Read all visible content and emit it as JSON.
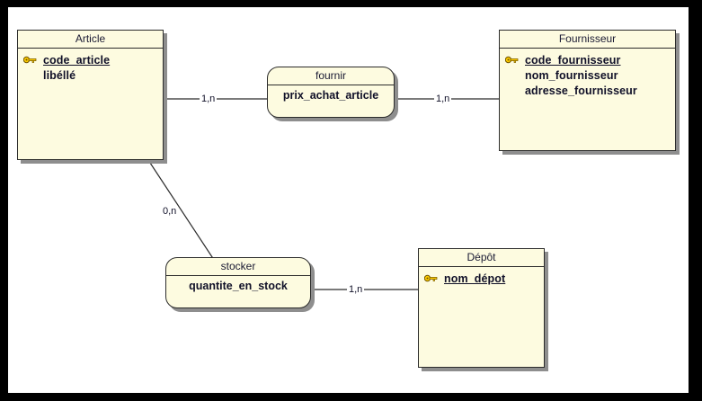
{
  "diagram": {
    "type": "entity-relationship-diagram",
    "notation": "Merise / MCD",
    "frame_color": "#000000",
    "canvas_color": "#ffffff",
    "entity_fill": "#fdfbe0",
    "entity_border": "#2b2b2b",
    "shadow_color": "#8e8e8e",
    "key_icon_color": "#ffcc00"
  },
  "entities": [
    {
      "id": "article",
      "title": "Article",
      "attributes": [
        {
          "label": "code_article",
          "primary_key": true,
          "icon": "key-icon"
        },
        {
          "label": "libéllé",
          "primary_key": false,
          "icon": ""
        }
      ]
    },
    {
      "id": "fournisseur",
      "title": "Fournisseur",
      "attributes": [
        {
          "label": "code_fournisseur",
          "primary_key": true,
          "icon": "key-icon"
        },
        {
          "label": "nom_fournisseur",
          "primary_key": false,
          "icon": ""
        },
        {
          "label": "adresse_fournisseur",
          "primary_key": false,
          "icon": ""
        }
      ]
    },
    {
      "id": "depot",
      "title": "Dépôt",
      "attributes": [
        {
          "label": "nom_dépot",
          "primary_key": true,
          "icon": "key-icon"
        }
      ]
    }
  ],
  "relations": [
    {
      "id": "fournir",
      "title": "fournir",
      "attribute": "prix_achat_article"
    },
    {
      "id": "stocker",
      "title": "stocker",
      "attribute": "quantite_en_stock"
    }
  ],
  "links": [
    {
      "id": "article-fournir",
      "from": "Article",
      "to": "fournir",
      "cardinality": "1,n"
    },
    {
      "id": "fournir-fournisseur",
      "from": "fournir",
      "to": "Fournisseur",
      "cardinality": "1,n"
    },
    {
      "id": "article-stocker",
      "from": "Article",
      "to": "stocker",
      "cardinality": "0,n"
    },
    {
      "id": "stocker-depot",
      "from": "stocker",
      "to": "Dépôt",
      "cardinality": "1,n"
    }
  ]
}
